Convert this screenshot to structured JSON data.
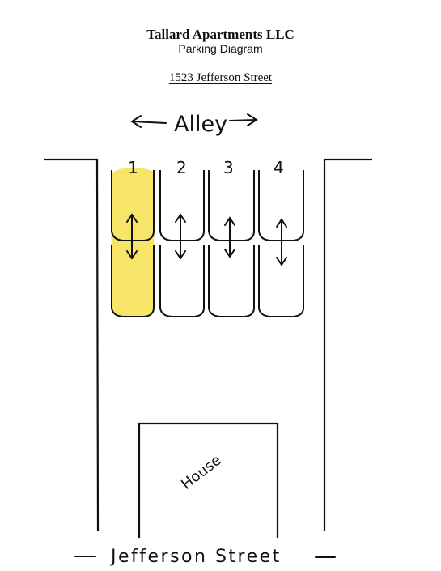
{
  "header": {
    "title": "Tallard Apartments LLC",
    "subtitle": "Parking Diagram",
    "address": "1523 Jefferson Street"
  },
  "alley": {
    "label": "Alley"
  },
  "parking_spaces": [
    {
      "number": "1",
      "highlighted": true
    },
    {
      "number": "2",
      "highlighted": false
    },
    {
      "number": "3",
      "highlighted": false
    },
    {
      "number": "4",
      "highlighted": false
    }
  ],
  "house": {
    "label": "House"
  },
  "street": {
    "label": "Jefferson Street"
  },
  "colors": {
    "highlight": "#f7e56a",
    "ink": "#111111"
  }
}
